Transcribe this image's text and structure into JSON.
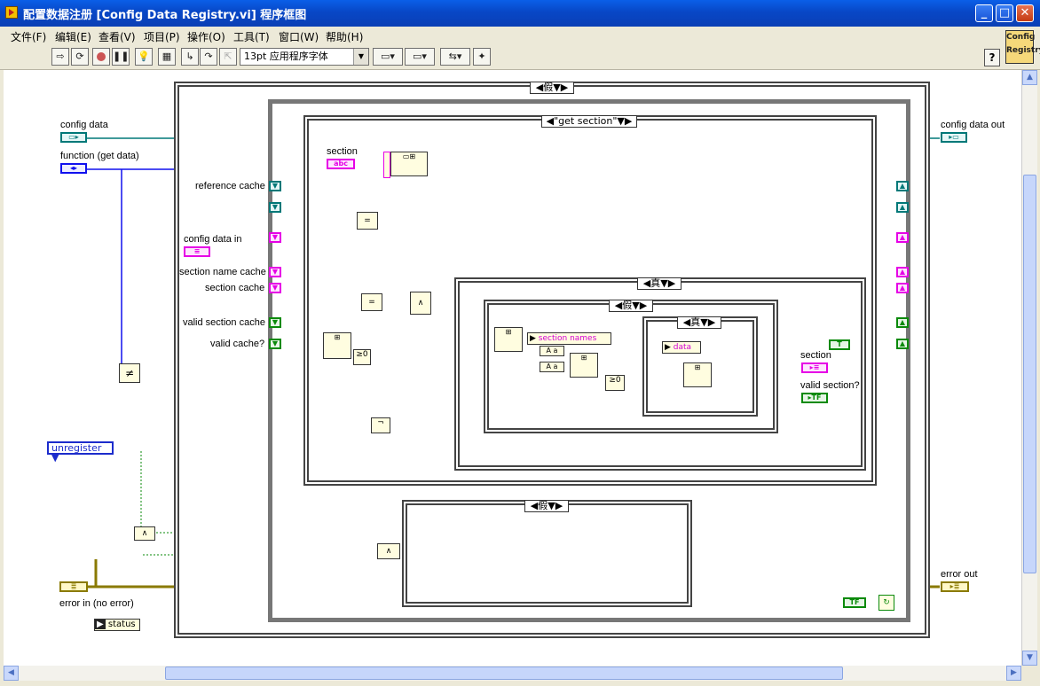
{
  "window": {
    "title": "配置数据注册 [Config Data Registry.vi] 程序框图",
    "minimize": "_",
    "maximize": "□",
    "close": "✕"
  },
  "menu": [
    "文件(F)",
    "编辑(E)",
    "查看(V)",
    "项目(P)",
    "操作(O)",
    "工具(T)",
    "窗口(W)",
    "帮助(H)"
  ],
  "toolbar": {
    "font_label": "13pt 应用程序字体",
    "help": "?",
    "vi_icon_line1": "Config",
    "vi_icon_line2": "Registry"
  },
  "diagram": {
    "outer_case": "◀假▼▶",
    "inner_case": "◀\"get section\"▼▶",
    "case_true_1": "◀真▼▶",
    "case_false_1": "◀假▼▶",
    "case_true_2": "◀真▼▶",
    "case_false_bottom": "◀假▼▶",
    "ring_value": "unregister",
    "labels": {
      "config_data": "config data",
      "function": "function (get data)",
      "reference_cache": "reference cache",
      "config_data_in": "config data in",
      "section_name_cache": "section name cache",
      "section_cache": "section cache",
      "valid_section_cache": "valid section cache",
      "valid_cache": "valid cache?",
      "section_const": "section",
      "section_names": "section names",
      "data": "data",
      "section_out": "section",
      "valid_section_out": "valid section?",
      "config_data_out": "config data out",
      "error_in": "error in (no error)",
      "error_out": "error out",
      "status": "status"
    }
  },
  "colors": {
    "titlebar": "#0847c6",
    "teal_wire": "#007878",
    "pink_wire": "#e600e6",
    "blue_wire": "#0000ee",
    "green_wire": "#0a8a0a",
    "error_wire": "#8a7a00"
  },
  "icons": {
    "info": "i",
    "status_arrow": "▶"
  }
}
